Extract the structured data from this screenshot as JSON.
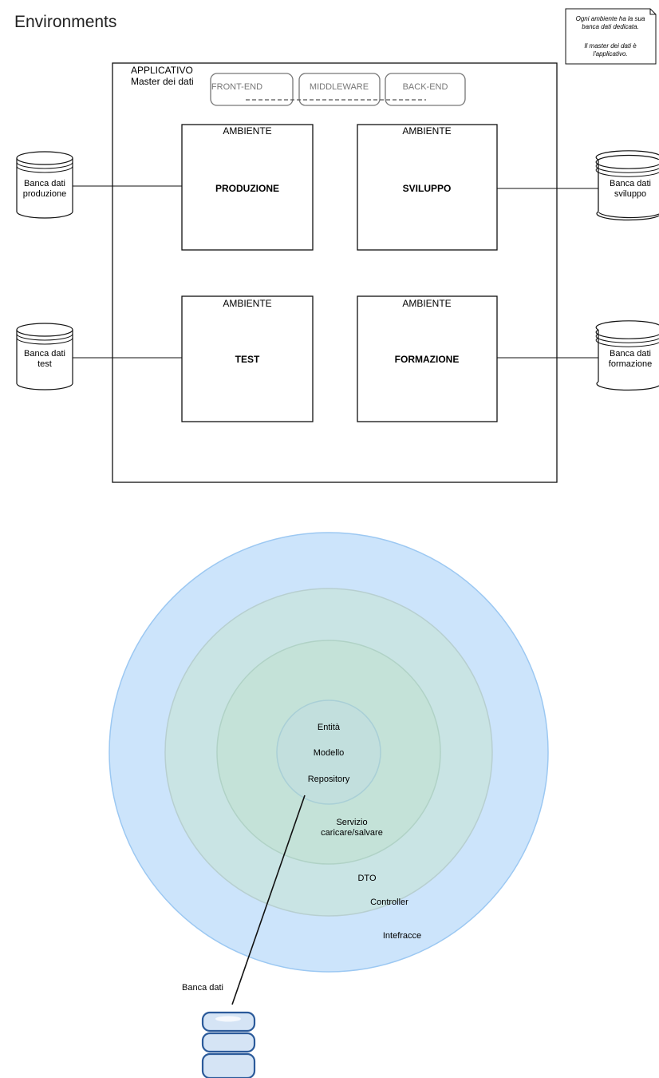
{
  "page": {
    "title": "Environments"
  },
  "note": {
    "line1": "Ogni ambiente ha la sua",
    "line2": "banca dati dedicata.",
    "line3": "Il master dei dati è",
    "line4": "l'applicativo."
  },
  "app_box": {
    "title": "APPLICATIVO",
    "subtitle": "Master dei dati"
  },
  "layers": {
    "front": "FRONT-END",
    "middle": "MIDDLEWARE",
    "back": "BACK-END"
  },
  "environments": [
    {
      "header": "AMBIENTE",
      "name": "PRODUZIONE"
    },
    {
      "header": "AMBIENTE",
      "name": "SVILUPPO"
    },
    {
      "header": "AMBIENTE",
      "name": "TEST"
    },
    {
      "header": "AMBIENTE",
      "name": "FORMAZIONE"
    }
  ],
  "databases": [
    {
      "line1": "Banca dati",
      "line2": "produzione"
    },
    {
      "line1": "Banca dati",
      "line2": "sviluppo"
    },
    {
      "line1": "Banca dati",
      "line2": "test"
    },
    {
      "line1": "Banca dati",
      "line2": "formazione"
    }
  ],
  "onion": {
    "core": [
      "Entità",
      "Modello",
      "Repository"
    ],
    "service_line1": "Servizio",
    "service_line2": "caricare/salvare",
    "dto": "DTO",
    "controller": "Controller",
    "interfaces": "Intefracce",
    "database_label": "Banca dati",
    "colors": {
      "outer": "#cce4fb",
      "outer_stroke": "#9cc8f2",
      "ring2": "#c9e4e4",
      "ring2_stroke": "#b7cfd0",
      "ring3": "#c4e2d8",
      "ring3_stroke": "#b0d2c6",
      "core": "#c2dfdd",
      "core_stroke": "#a9cfd6",
      "db_fill": "#d5e4f5",
      "db_stroke": "#2b5a9a"
    }
  }
}
